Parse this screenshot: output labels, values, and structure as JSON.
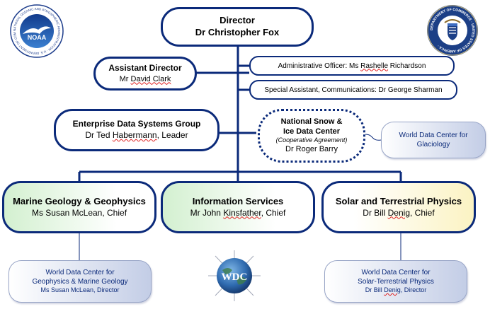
{
  "director": {
    "title": "Director",
    "name": "Dr Christopher Fox"
  },
  "assistant_director": {
    "title": "Assistant Director",
    "name_prefix": "Mr ",
    "name": "David Clark"
  },
  "admin_officer": {
    "label_prefix": "Administrative Officer: Ms ",
    "label_wavy": "Rashelle",
    "label_suffix": " Richardson"
  },
  "special_assistant": {
    "label": "Special Assistant, Communications: Dr George Sharman"
  },
  "eds_group": {
    "title": "Enterprise Data Systems Group",
    "name_prefix": "Dr Ted ",
    "name_wavy": "Habermann",
    "name_suffix": ", Leader"
  },
  "nsidc": {
    "title_line1": "National Snow &",
    "title_line2": "Ice Data Center",
    "note": "(Cooperative Agreement)",
    "name": "Dr Roger Barry"
  },
  "wdc_glaciology": {
    "line1": "World Data Center for",
    "line2": "Glaciology"
  },
  "marine": {
    "title": "Marine Geology & Geophysics",
    "name": "Ms Susan McLean, Chief"
  },
  "info_services": {
    "title": "Information Services",
    "name_prefix": "Mr John ",
    "name_wavy": "Kinsfather",
    "name_suffix": ", Chief"
  },
  "solar": {
    "title": "Solar and Terrestrial Physics",
    "name_prefix": "Dr Bill ",
    "name_wavy": "Denig",
    "name_suffix": ", Chief"
  },
  "wdc_marine": {
    "line1": "World Data Center for",
    "line2": "Geophysics & Marine Geology",
    "line3": "Ms Susan McLean, Director"
  },
  "wdc_solar": {
    "line1": "World Data Center for",
    "line2": "Solar-Terrestrial Physics",
    "line3_prefix": "Dr Bill ",
    "line3_wavy": "Denig",
    "line3_suffix": ", Director"
  },
  "logos": {
    "noaa": "NOAA",
    "noaa_ring": "NATIONAL OCEANIC AND ATMOSPHERIC ADMINISTRATION · U.S. DEPARTMENT OF COMMERCE ·",
    "commerce_ring": "DEPARTMENT OF COMMERCE · UNITED STATES OF AMERICA ·",
    "wdc": "WDC"
  },
  "colors": {
    "navy": "#0b2a7a",
    "green_tint": "#d3f0d0",
    "yellow_tint": "#fbf3c3",
    "pill_tint": "#c3cde6"
  }
}
